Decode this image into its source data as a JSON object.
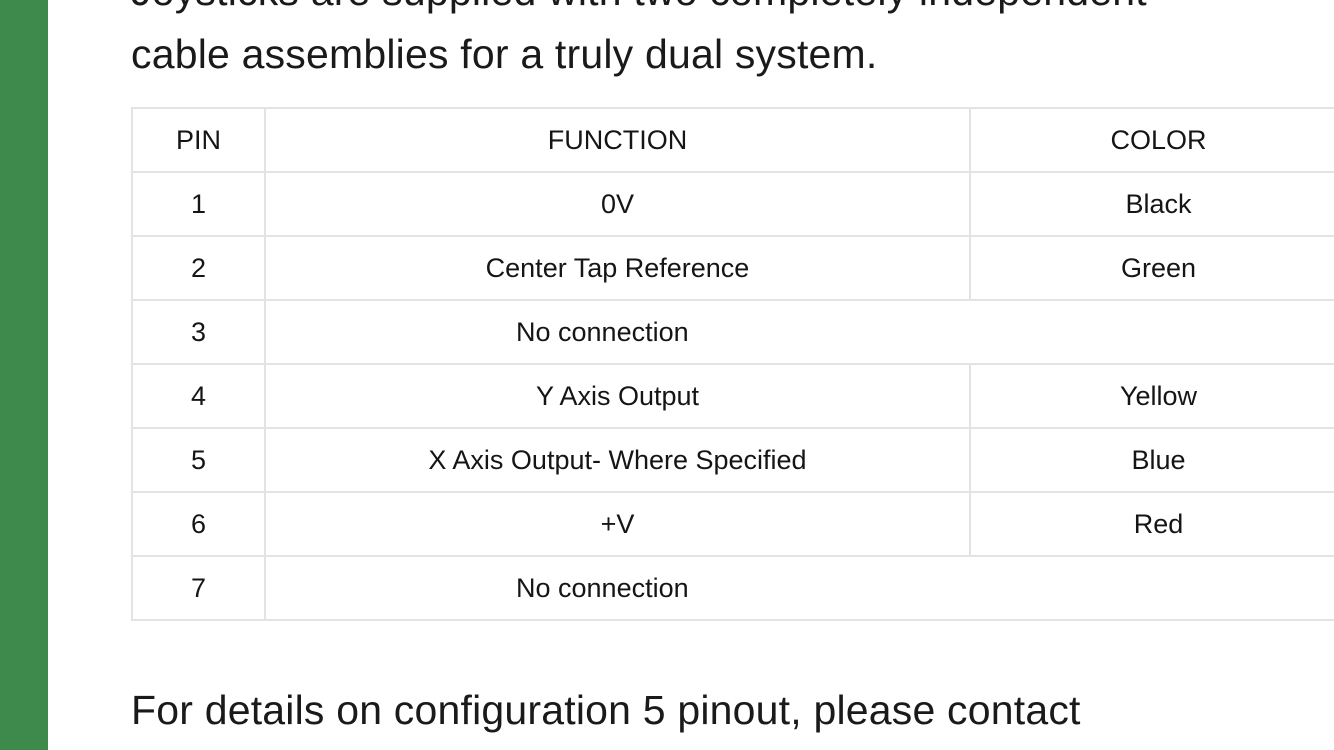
{
  "intro": {
    "line1": "Joysticks are supplied with two completely independent",
    "line2": "cable assemblies for a truly dual system."
  },
  "table": {
    "headers": {
      "pin": "PIN",
      "function": "FUNCTION",
      "color": "COLOR"
    },
    "rows": [
      {
        "pin": "1",
        "function": "0V",
        "color": "Black"
      },
      {
        "pin": "2",
        "function": "Center Tap Reference",
        "color": "Green"
      },
      {
        "pin": "3",
        "function": "No connection",
        "color": ""
      },
      {
        "pin": "4",
        "function": "Y Axis Output",
        "color": "Yellow"
      },
      {
        "pin": "5",
        "function": "X Axis Output- Where Specified",
        "color": "Blue"
      },
      {
        "pin": "6",
        "function": "+V",
        "color": "Red"
      },
      {
        "pin": "7",
        "function": "No connection",
        "color": ""
      }
    ]
  },
  "outro": {
    "line1": "For details on configuration 5 pinout, please contact"
  },
  "colors": {
    "side_bar": "#3d8a4c",
    "table_border": "#e3e3e3"
  }
}
